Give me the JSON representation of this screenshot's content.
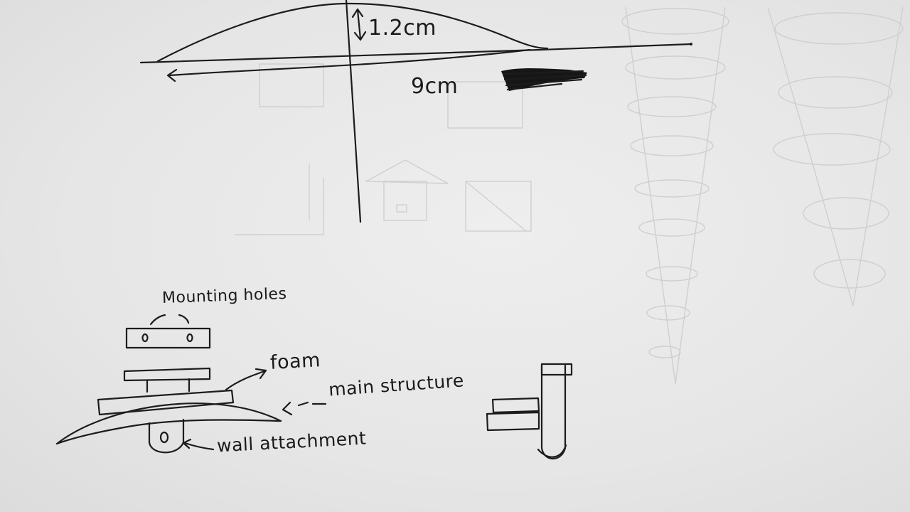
{
  "profile_sketch": {
    "height_label": "1.2cm",
    "width_label": "9cm"
  },
  "assembly_sketch": {
    "labels": {
      "mounting_holes": "Mounting holes",
      "foam": "foam",
      "main_structure": "main structure",
      "wall_attachment": "wall attachment"
    }
  },
  "colors": {
    "paper": "#e9e9e9",
    "ink": "#1c1c1c",
    "faint_pencil": "#cfcfcf"
  }
}
